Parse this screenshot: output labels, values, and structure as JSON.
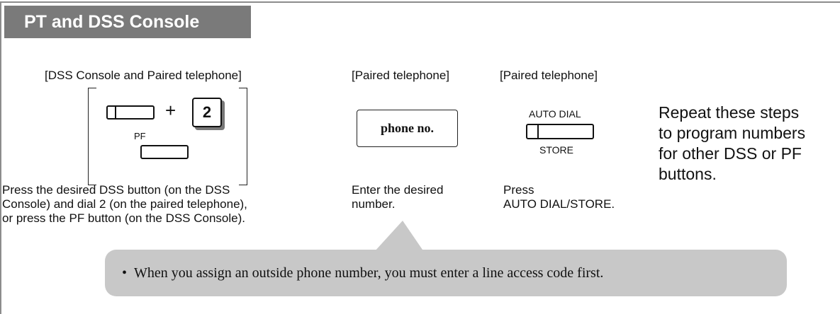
{
  "header": {
    "title": "PT and DSS Console"
  },
  "step1": {
    "caption": "[DSS Console and Paired telephone]",
    "plus": "+",
    "digit": "2",
    "pf_label": "PF",
    "description_lines": [
      "Press the desired DSS button (on the DSS",
      "Console) and dial 2 (on the paired telephone),",
      "or press the PF button (on the DSS Console)."
    ]
  },
  "step2": {
    "caption": "[Paired telephone]",
    "box_text": "phone no.",
    "description_lines": [
      "Enter the desired",
      "number."
    ]
  },
  "step3": {
    "caption": "[Paired telephone]",
    "top_label": "AUTO DIAL",
    "bottom_label": "STORE",
    "description_lines": [
      "Press",
      "AUTO DIAL/STORE."
    ]
  },
  "repeat_lines": [
    "Repeat these steps",
    "to program numbers",
    "for other DSS or PF",
    "buttons."
  ],
  "note": {
    "bullet": "•",
    "text": "When you assign an outside phone number, you must enter a line access code first."
  },
  "colors": {
    "header_bg": "#7a7a7a",
    "callout_bg": "#c8c8c8",
    "frame": "#8c8c8c"
  }
}
